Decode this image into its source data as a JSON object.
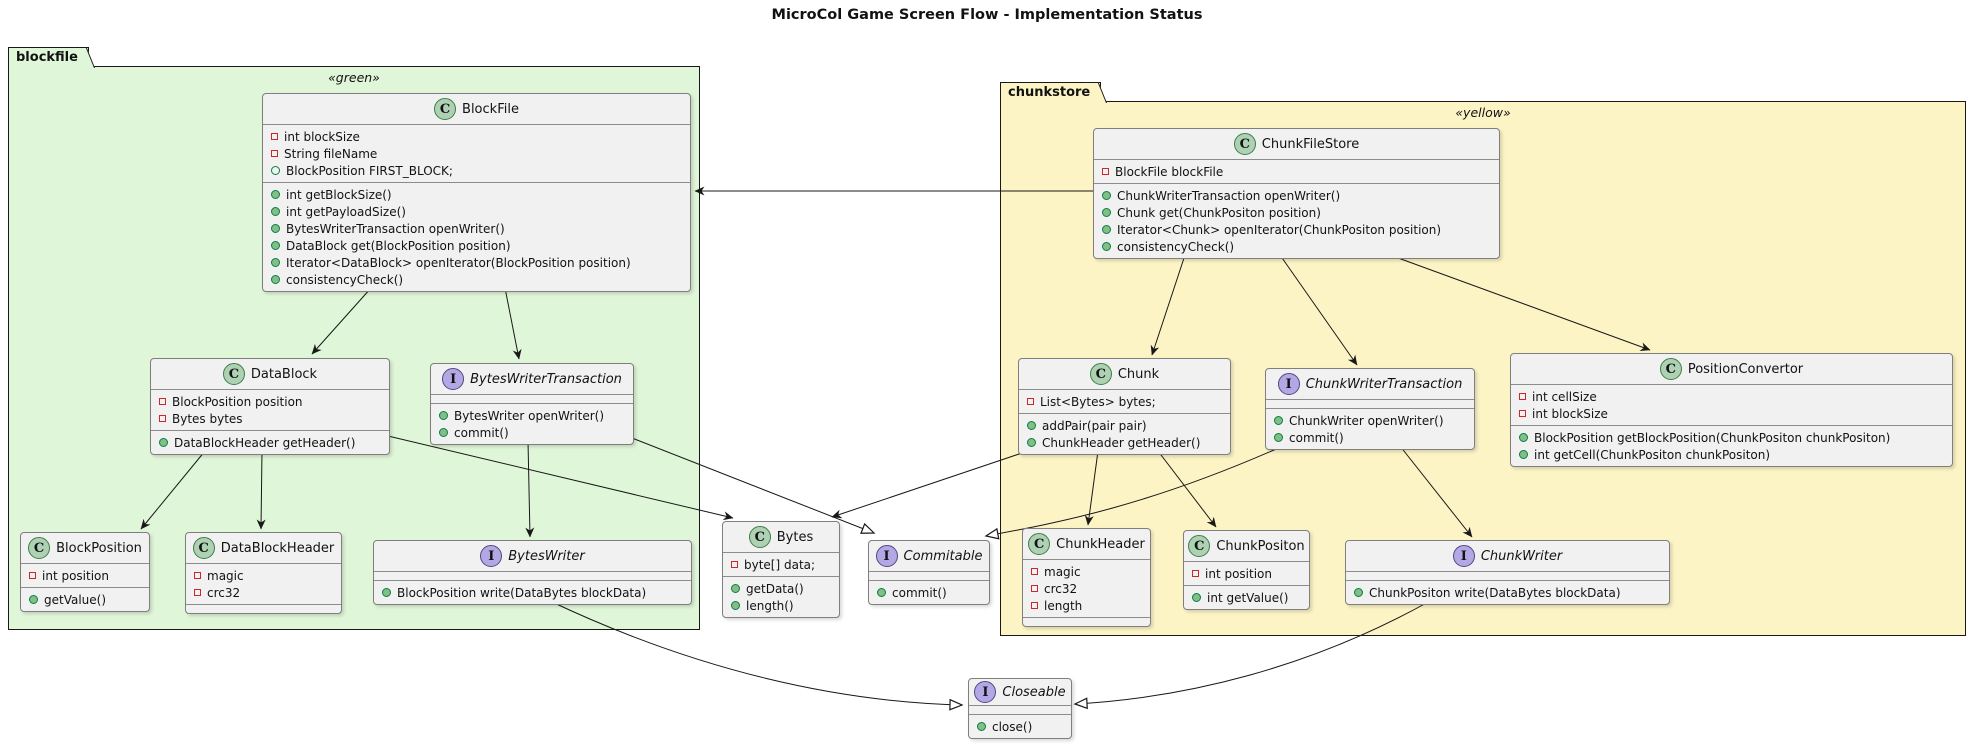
{
  "title": "MicroCol Game Screen Flow - Implementation Status",
  "packages": {
    "blockfile": {
      "label": "blockfile",
      "stereotype": "«green»"
    },
    "chunkstore": {
      "label": "chunkstore",
      "stereotype": "«yellow»"
    }
  },
  "classes": {
    "BlockFile": {
      "kind": "C",
      "name": "BlockFile",
      "fields": [
        "int blockSize",
        "String fileName",
        "BlockPosition FIRST_BLOCK;"
      ],
      "methods": [
        "int getBlockSize()",
        "int getPayloadSize()",
        "BytesWriterTransaction openWriter()",
        "DataBlock get(BlockPosition position)",
        "Iterator<DataBlock> openIterator(BlockPosition position)",
        "consistencyCheck()"
      ]
    },
    "DataBlock": {
      "kind": "C",
      "name": "DataBlock",
      "fields": [
        "BlockPosition position",
        "Bytes bytes"
      ],
      "methods": [
        "DataBlockHeader getHeader()"
      ]
    },
    "BytesWriterTransaction": {
      "kind": "I",
      "name": "BytesWriterTransaction",
      "fields": [],
      "methods": [
        "BytesWriter openWriter()",
        "commit()"
      ]
    },
    "BlockPosition": {
      "kind": "C",
      "name": "BlockPosition",
      "fields": [
        "int position"
      ],
      "methods": [
        "getValue()"
      ]
    },
    "DataBlockHeader": {
      "kind": "C",
      "name": "DataBlockHeader",
      "fields": [
        "magic",
        "crc32"
      ],
      "methods": []
    },
    "BytesWriter": {
      "kind": "I",
      "name": "BytesWriter",
      "fields": [],
      "methods": [
        "BlockPosition write(DataBytes blockData)"
      ]
    },
    "Bytes": {
      "kind": "C",
      "name": "Bytes",
      "fields": [
        "byte[] data;"
      ],
      "methods": [
        "getData()",
        "length()"
      ]
    },
    "Commitable": {
      "kind": "I",
      "name": "Commitable",
      "fields": [],
      "methods": [
        "commit()"
      ]
    },
    "ChunkFileStore": {
      "kind": "C",
      "name": "ChunkFileStore",
      "fields": [
        "BlockFile blockFile"
      ],
      "methods": [
        "ChunkWriterTransaction openWriter()",
        "Chunk get(ChunkPositon position)",
        "Iterator<Chunk> openIterator(ChunkPositon position)",
        "consistencyCheck()"
      ]
    },
    "Chunk": {
      "kind": "C",
      "name": "Chunk",
      "fields": [
        "List<Bytes> bytes;"
      ],
      "methods": [
        "addPair(pair pair)",
        "ChunkHeader getHeader()"
      ]
    },
    "ChunkWriterTransaction": {
      "kind": "I",
      "name": "ChunkWriterTransaction",
      "fields": [],
      "methods": [
        "ChunkWriter openWriter()",
        "commit()"
      ]
    },
    "PositionConvertor": {
      "kind": "C",
      "name": "PositionConvertor",
      "fields": [
        "int cellSize",
        "int blockSize"
      ],
      "methods": [
        "BlockPosition getBlockPosition(ChunkPositon chunkPositon)",
        "int getCell(ChunkPositon chunkPositon)"
      ]
    },
    "ChunkHeader": {
      "kind": "C",
      "name": "ChunkHeader",
      "fields": [
        "magic",
        "crc32",
        "length"
      ],
      "methods": []
    },
    "ChunkPositon": {
      "kind": "C",
      "name": "ChunkPositon",
      "fields": [
        "int position"
      ],
      "methods": [
        "int getValue()"
      ]
    },
    "ChunkWriter": {
      "kind": "I",
      "name": "ChunkWriter",
      "fields": [],
      "methods": [
        "ChunkPositon write(DataBytes blockData)"
      ]
    },
    "Closeable": {
      "kind": "I",
      "name": "Closeable",
      "fields": [],
      "methods": [
        "close()"
      ]
    }
  },
  "edges": [
    {
      "from": "ChunkFileStore",
      "to": "BlockFile",
      "type": "arrow"
    },
    {
      "from": "BlockFile",
      "to": "DataBlock",
      "type": "arrow"
    },
    {
      "from": "BlockFile",
      "to": "BytesWriterTransaction",
      "type": "arrow"
    },
    {
      "from": "DataBlock",
      "to": "BlockPosition",
      "type": "arrow"
    },
    {
      "from": "DataBlock",
      "to": "DataBlockHeader",
      "type": "arrow"
    },
    {
      "from": "DataBlock",
      "to": "Bytes",
      "type": "arrow"
    },
    {
      "from": "BytesWriterTransaction",
      "to": "BytesWriter",
      "type": "arrow"
    },
    {
      "from": "BytesWriterTransaction",
      "to": "Commitable",
      "type": "realization"
    },
    {
      "from": "BytesWriter",
      "to": "Closeable",
      "type": "realization"
    },
    {
      "from": "Chunk",
      "to": "Bytes",
      "type": "arrow"
    },
    {
      "from": "Chunk",
      "to": "ChunkHeader",
      "type": "arrow"
    },
    {
      "from": "Chunk",
      "to": "ChunkPositon",
      "type": "arrow"
    },
    {
      "from": "ChunkWriterTransaction",
      "to": "Commitable",
      "type": "realization"
    },
    {
      "from": "ChunkWriterTransaction",
      "to": "ChunkWriter",
      "type": "arrow"
    },
    {
      "from": "ChunkWriter",
      "to": "Closeable",
      "type": "realization"
    },
    {
      "from": "ChunkFileStore",
      "to": "Chunk",
      "type": "arrow"
    },
    {
      "from": "ChunkFileStore",
      "to": "ChunkWriterTransaction",
      "type": "arrow"
    },
    {
      "from": "ChunkFileStore",
      "to": "PositionConvertor",
      "type": "arrow"
    }
  ],
  "colors": {
    "package_green": "#E0F6D8",
    "package_yellow": "#FCF4C5",
    "class_fill": "#F1F1F1",
    "class_icon": "#ADD1B2",
    "interface_icon": "#B4A7E5",
    "private_field": "#C82930",
    "public_method": "#84BE84"
  }
}
